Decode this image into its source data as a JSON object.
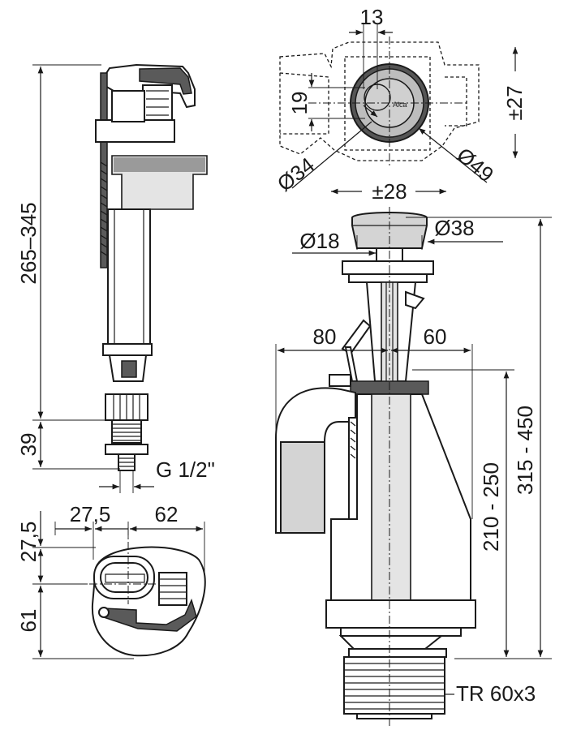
{
  "inlet_valve": {
    "height_range": "265–345",
    "thread_length": "39",
    "thread": "G 1/2\""
  },
  "inlet_valve_top_view": {
    "offset_x": "27,5",
    "width": "62",
    "offset_y": "27,5",
    "depth": "61"
  },
  "flush_valve_top_view": {
    "button_hole_width": "13",
    "button_hole_height": "19",
    "hole_diameter_small": "Ø34",
    "hole_diameter_large": "Ø49",
    "horizontal_adjust": "±28",
    "vertical_adjust": "±27",
    "brand_mark": "Alca"
  },
  "flush_valve": {
    "button_stem_diameter": "Ø18",
    "button_diameter": "Ø38",
    "left_reach": "80",
    "right_reach": "60",
    "overflow_height": "210 - 250",
    "total_height": "315 - 450",
    "outlet_thread": "TR 60x3"
  }
}
